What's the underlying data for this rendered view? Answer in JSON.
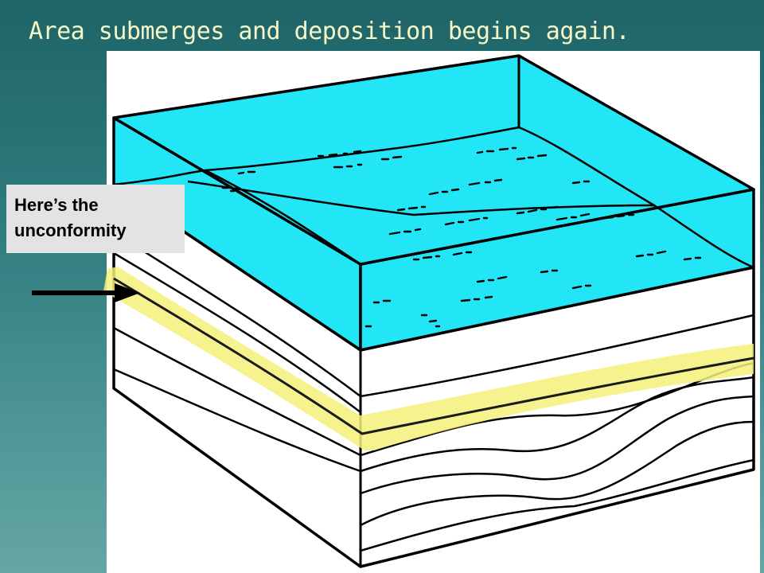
{
  "slide": {
    "title": "Area submerges and deposition begins again."
  },
  "callout": {
    "line1": "Here’s the",
    "line2": "unconformity"
  },
  "colors": {
    "background_top": "#1f6466",
    "background_bottom": "#65a6a5",
    "title_text": "#f4f8c8",
    "water": "#22e6f5",
    "unconformity_highlight": "#f5f07a",
    "callout_background": "#e3e3e3"
  },
  "icons": {
    "arrow": "right-arrow-icon"
  }
}
